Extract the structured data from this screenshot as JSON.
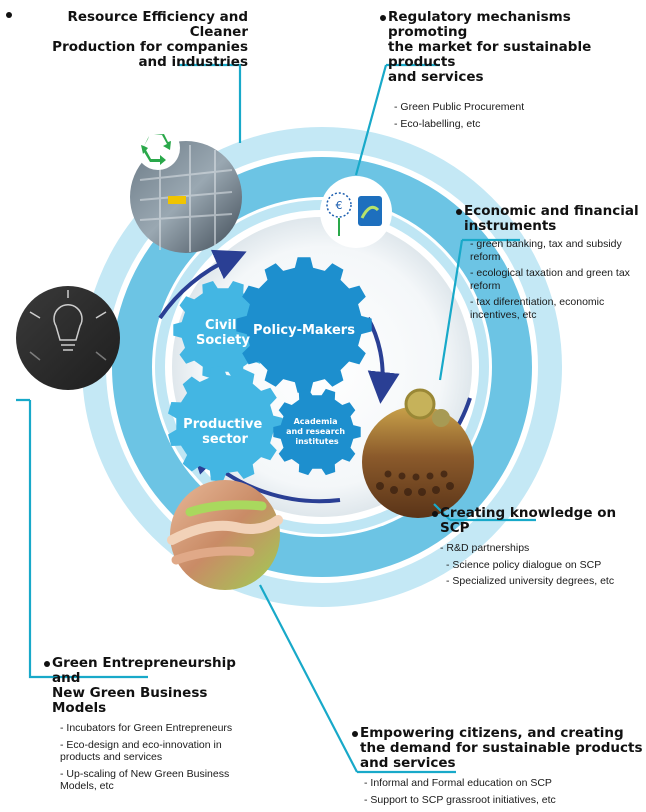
{
  "sections": {
    "resource_efficiency": {
      "heading": [
        "Resource Efficiency and Cleaner",
        "Production for companies",
        "and industries"
      ]
    },
    "regulatory": {
      "heading": [
        "Regulatory mechanisms promoting",
        "the market  for sustainable products",
        "and services"
      ],
      "items": [
        "- Green Public Procurement",
        "- Eco-labelling, etc"
      ]
    },
    "economic": {
      "heading": [
        "Economic and financial",
        "instruments"
      ],
      "items": [
        "- green banking, tax and subsidy reform",
        "- ecological taxation and green tax reform",
        "- tax diferentiation, economic incentives, etc"
      ]
    },
    "knowledge": {
      "heading": [
        "Creating knowledge on SCP"
      ],
      "items": [
        "- R&D partnerships",
        "- Science policy dialogue on SCP",
        "- Specialized university degrees, etc"
      ]
    },
    "entrepreneurship": {
      "heading": [
        "Green Entrepreneurship and",
        "New Green Business Models"
      ],
      "items": [
        "- Incubators for Green Entrepreneurs",
        "- Eco-design and eco-innovation in products and services",
        "- Up-scaling of New Green Business Models, etc"
      ]
    },
    "citizens": {
      "heading": [
        "Empowering citizens, and creating",
        "the demand for sustainable products",
        "and services"
      ],
      "items": [
        "- Informal and Formal education on SCP",
        "- Support  to SCP grassroot initiatives, etc"
      ]
    }
  },
  "gears": {
    "civil_society": [
      "Civil",
      "Society"
    ],
    "policy_makers": [
      "Policy-Makers"
    ],
    "productive_sector": [
      "Productive",
      "sector"
    ],
    "academia": [
      "Academia",
      "and research",
      "institutes"
    ]
  },
  "logo": {
    "ecolabel_stars": "€"
  },
  "colors": {
    "ring_outer": "#bfe6f4",
    "ring_mid": "#5bbde0",
    "gear_blue": "#1d8fce",
    "gear_light": "#43b6e3",
    "arrow": "#2a3f94",
    "leader": "#18a9c9"
  }
}
